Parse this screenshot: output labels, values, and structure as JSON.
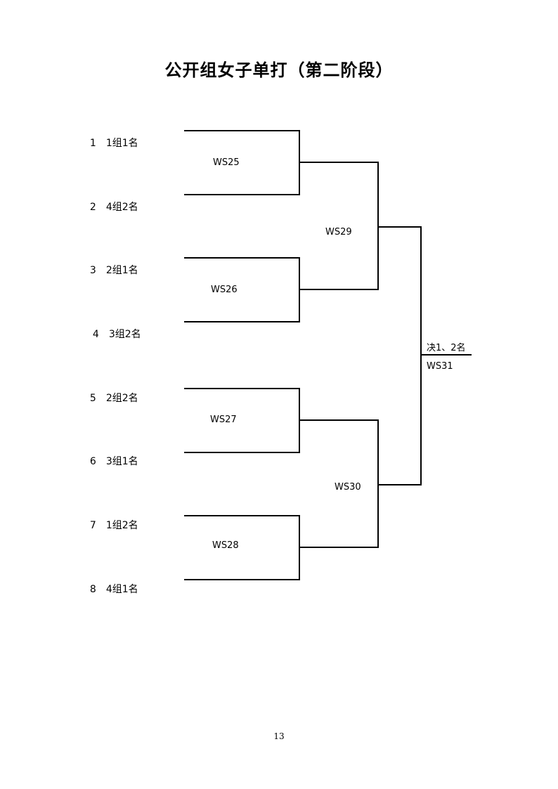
{
  "title": "公开组女子单打（第二阶段）",
  "entries": [
    {
      "seed": "1",
      "name": "1组1名"
    },
    {
      "seed": "2",
      "name": "4组2名"
    },
    {
      "seed": "3",
      "name": "2组1名"
    },
    {
      "seed": "4",
      "name": "3组2名"
    },
    {
      "seed": "5",
      "name": "2组2名"
    },
    {
      "seed": "6",
      "name": "3组1名"
    },
    {
      "seed": "7",
      "name": "1组2名"
    },
    {
      "seed": "8",
      "name": "4组1名"
    }
  ],
  "matches": {
    "r1": [
      "WS25",
      "WS26",
      "WS27",
      "WS28"
    ],
    "r2": [
      "WS29",
      "WS30"
    ],
    "final": "WS31"
  },
  "final_label": "决1、2名",
  "page_number": "13"
}
